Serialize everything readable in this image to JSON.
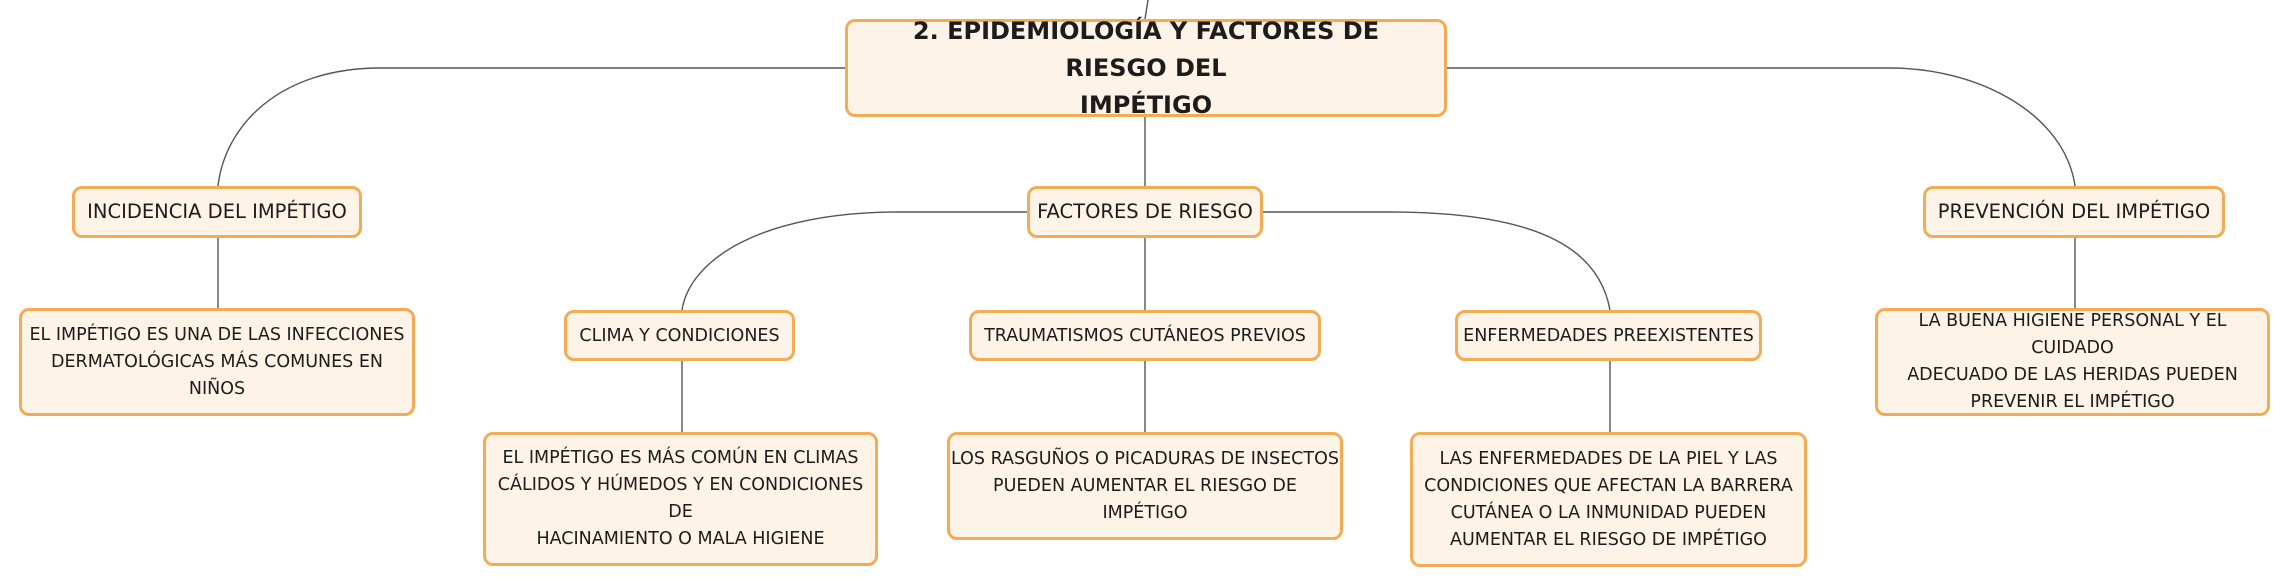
{
  "diagram": {
    "root": {
      "label": "2. EPIDEMIOLOGÍA Y FACTORES DE RIESGO DEL\nIMPÉTIGO"
    },
    "branches": {
      "incidence": {
        "label": "INCIDENCIA DEL IMPÉTIGO",
        "detail": "EL IMPÉTIGO ES UNA DE LAS INFECCIONES\nDERMATOLÓGICAS MÁS COMUNES EN NIÑOS"
      },
      "risk_factors": {
        "label": "FACTORES DE RIESGO",
        "climate": {
          "label": "CLIMA Y CONDICIONES",
          "detail": "EL IMPÉTIGO ES MÁS COMÚN EN CLIMAS\nCÁLIDOS Y HÚMEDOS Y EN CONDICIONES DE\nHACINAMIENTO O MALA HIGIENE"
        },
        "trauma": {
          "label": "TRAUMATISMOS CUTÁNEOS PREVIOS",
          "detail": "LOS RASGUÑOS O PICADURAS DE INSECTOS\nPUEDEN AUMENTAR EL RIESGO DE IMPÉTIGO"
        },
        "diseases": {
          "label": "ENFERMEDADES PREEXISTENTES",
          "detail": "LAS ENFERMEDADES DE LA PIEL Y LAS\nCONDICIONES QUE AFECTAN LA BARRERA\nCUTÁNEA O LA INMUNIDAD PUEDEN\nAUMENTAR EL RIESGO DE IMPÉTIGO"
        }
      },
      "prevention": {
        "label": "PREVENCIÓN DEL IMPÉTIGO",
        "detail": "LA BUENA HIGIENE PERSONAL Y EL CUIDADO\nADECUADO DE LAS HERIDAS PUEDEN\nPREVENIR EL IMPÉTIGO"
      }
    }
  },
  "colors": {
    "node_fill": "#fdf3e7",
    "node_border": "#f2ac55",
    "connector": "#555555",
    "text": "#1c1c1c"
  }
}
